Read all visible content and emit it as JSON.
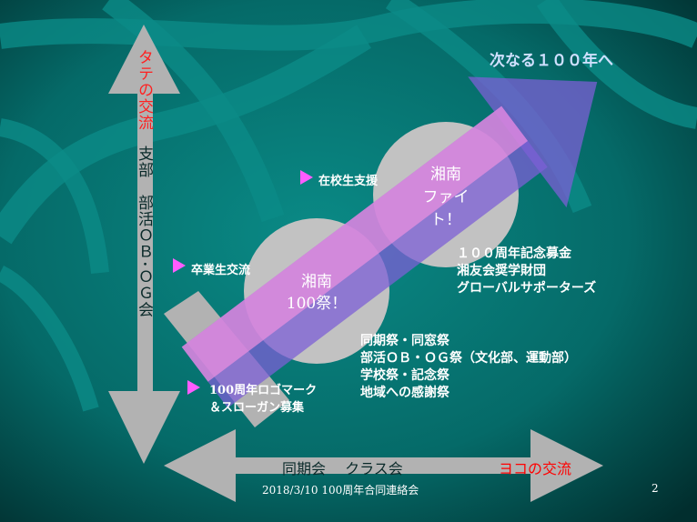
{
  "slide": {
    "title_arrow": "次なる１００年へ",
    "vertical_axis": {
      "label_red": "タテの交流",
      "label": "支部　部活ＯＢ･ＯＧ会"
    },
    "horizontal_axis": {
      "label": "同期会　 クラス会",
      "label_red": "ヨコの交流"
    },
    "circles": [
      {
        "line1": "湘南",
        "line2": "100祭！"
      },
      {
        "line1": "湘南",
        "line2": "ファイ",
        "line3": "ト！"
      }
    ],
    "bullets": [
      {
        "text": "在校生支援"
      },
      {
        "text": "卒業生交流"
      },
      {
        "line1": "100周年ロゴマーク",
        "line2": "＆スローガン募集"
      }
    ],
    "fund_lines": [
      "１００周年記念募金",
      "湘友会奨学財団",
      "グローバルサポーターズ"
    ],
    "event_lines": [
      "同期祭・同窓祭",
      "部活ＯＢ・ＯＧ祭（文化部、運動部）",
      "学校祭・記念祭",
      "地域への感謝祭"
    ],
    "footer": "2018/3/10  100周年合同連絡会",
    "page_number": "2"
  },
  "colors": {
    "background": "#036e6c",
    "arrow_gray": "#b2b2b2",
    "purple": "#8a6fd0",
    "pink": "#e08ee0",
    "red": "#ff0000"
  }
}
